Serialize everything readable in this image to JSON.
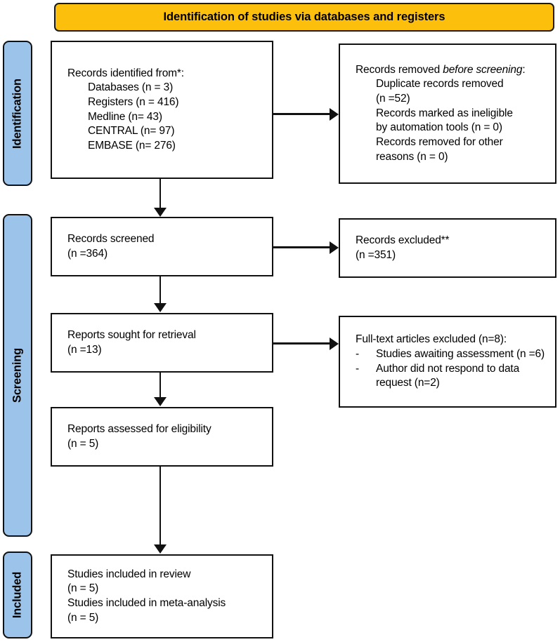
{
  "banner": {
    "title": "Identification of studies via databases and registers"
  },
  "colors": {
    "banner_fill": "#FBBF0C",
    "stage_fill": "#9CC3E9",
    "stroke": "#111111",
    "box_fill": "#FFFFFF",
    "text": "#000000"
  },
  "stages": [
    {
      "id": "identification",
      "label": "Identification"
    },
    {
      "id": "screening",
      "label": "Screening"
    },
    {
      "id": "included",
      "label": "Included"
    }
  ],
  "boxes": {
    "identified": {
      "heading": "Records identified from*:",
      "items": [
        "Databases (n = 3)",
        "Registers (n = 416)",
        "Medline (n= 43)",
        "CENTRAL (n= 97)",
        "EMBASE (n= 276)"
      ]
    },
    "removed": {
      "heading_part1": "Records removed ",
      "heading_italic": "before screening",
      "heading_part2": ":",
      "items": [
        "Duplicate records removed",
        "(n =52)",
        "Records marked as ineligible",
        "by automation tools (n = 0)",
        "Records removed for other",
        "reasons (n = 0)"
      ]
    },
    "screened": {
      "line1": "Records screened",
      "line2": "(n =364)"
    },
    "excluded": {
      "line1": "Records excluded**",
      "line2": "(n =351)"
    },
    "sought": {
      "line1": "Reports sought for retrieval",
      "line2": "(n =13)"
    },
    "fulltext_excluded": {
      "heading": "Full-text articles excluded (n=8):",
      "bullets": [
        {
          "mark": "-",
          "text": "Studies awaiting\nassessment (n =6)"
        },
        {
          "mark": "-",
          "text": "Author did not respond to\ndata request (n=2)"
        }
      ]
    },
    "assessed": {
      "line1": "Reports assessed for eligibility",
      "line2": "(n = 5)"
    },
    "included": {
      "line1": "Studies included in review",
      "line2": "(n = 5)",
      "line3": "Studies included in meta-analysis",
      "line4": "(n = 5)"
    }
  },
  "chart_data": {
    "type": "diagram",
    "title": "Identification of studies via databases and registers",
    "nodes": [
      {
        "id": "identified",
        "stage": "Identification",
        "column": "left",
        "values": {
          "Databases": 3,
          "Registers": 416,
          "Medline": 43,
          "CENTRAL": 97,
          "EMBASE": 276
        }
      },
      {
        "id": "removed",
        "stage": "Identification",
        "column": "right",
        "values": {
          "Duplicate records removed": 52,
          "Marked ineligible by automation tools": 0,
          "Removed for other reasons": 0
        }
      },
      {
        "id": "screened",
        "stage": "Screening",
        "column": "left",
        "values": {
          "n": 364
        }
      },
      {
        "id": "excluded",
        "stage": "Screening",
        "column": "right",
        "values": {
          "n": 351
        }
      },
      {
        "id": "sought",
        "stage": "Screening",
        "column": "left",
        "values": {
          "n": 13
        }
      },
      {
        "id": "fulltext_excluded",
        "stage": "Screening",
        "column": "right",
        "values": {
          "total": 8,
          "Studies awaiting assessment": 6,
          "Author did not respond to data request": 2
        }
      },
      {
        "id": "assessed",
        "stage": "Screening",
        "column": "left",
        "values": {
          "n": 5
        }
      },
      {
        "id": "included",
        "stage": "Included",
        "column": "left",
        "values": {
          "review": 5,
          "meta-analysis": 5
        }
      }
    ],
    "edges": [
      {
        "from": "identified",
        "to": "removed",
        "direction": "right"
      },
      {
        "from": "identified",
        "to": "screened",
        "direction": "down"
      },
      {
        "from": "screened",
        "to": "excluded",
        "direction": "right"
      },
      {
        "from": "screened",
        "to": "sought",
        "direction": "down"
      },
      {
        "from": "sought",
        "to": "fulltext_excluded",
        "direction": "right"
      },
      {
        "from": "sought",
        "to": "assessed",
        "direction": "down"
      },
      {
        "from": "assessed",
        "to": "included",
        "direction": "down"
      }
    ]
  }
}
